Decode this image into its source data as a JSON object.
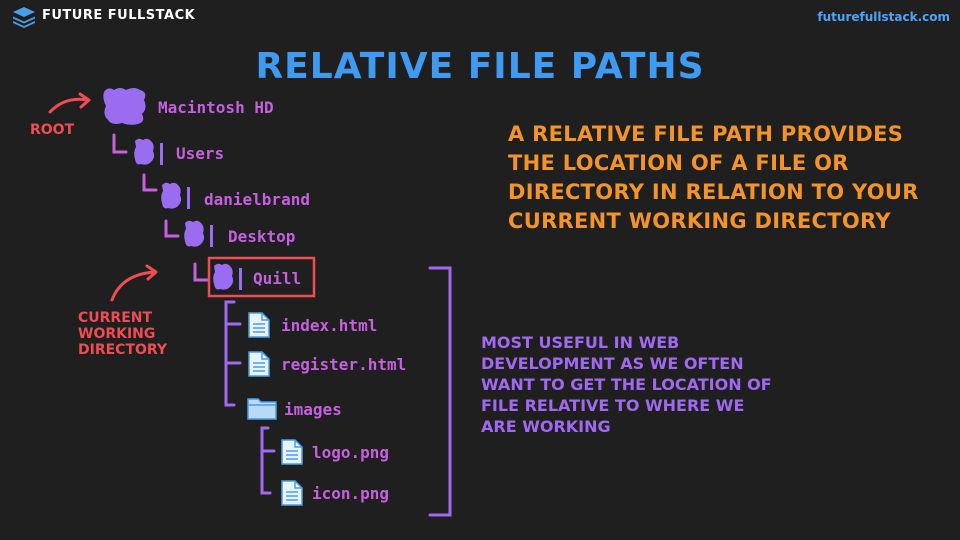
{
  "header": {
    "brand": "FUTURE FULLSTACK",
    "site": "futurefullstack.com"
  },
  "title": "RELATIVE FILE PATHS",
  "labels": {
    "root": "ROOT",
    "cwd_lines": [
      "CURRENT",
      "WORKING",
      "DIRECTORY"
    ]
  },
  "tree": {
    "macintosh": "Macintosh HD",
    "users": "Users",
    "user": "danielbrand",
    "desktop": "Desktop",
    "quill": "Quill",
    "index": "index.html",
    "register": "register.html",
    "images": "images",
    "logo": "logo.png",
    "icon": "icon.png"
  },
  "definition_lines": [
    "A RELATIVE FILE PATH PROVIDES",
    "THE LOCATION OF A FILE OR",
    "DIRECTORY IN RELATION TO YOUR",
    "CURRENT WORKING DIRECTORY"
  ],
  "useful_lines": [
    "MOST USEFUL IN WEB",
    "DEVELOPMENT AS WE OFTEN",
    "WANT TO GET THE LOCATION OF",
    "FILE RELATIVE TO WHERE WE",
    "ARE WORKING"
  ],
  "colors": {
    "background": "#1f1f1f",
    "title": "#3f9bf2",
    "tree_label": "#c65fe0",
    "folder_icon": "#9a6cf0",
    "annotation": "#f04c53",
    "definition": "#f2932b",
    "useful": "#a069ef",
    "file_icon": "#4a9ee8"
  }
}
